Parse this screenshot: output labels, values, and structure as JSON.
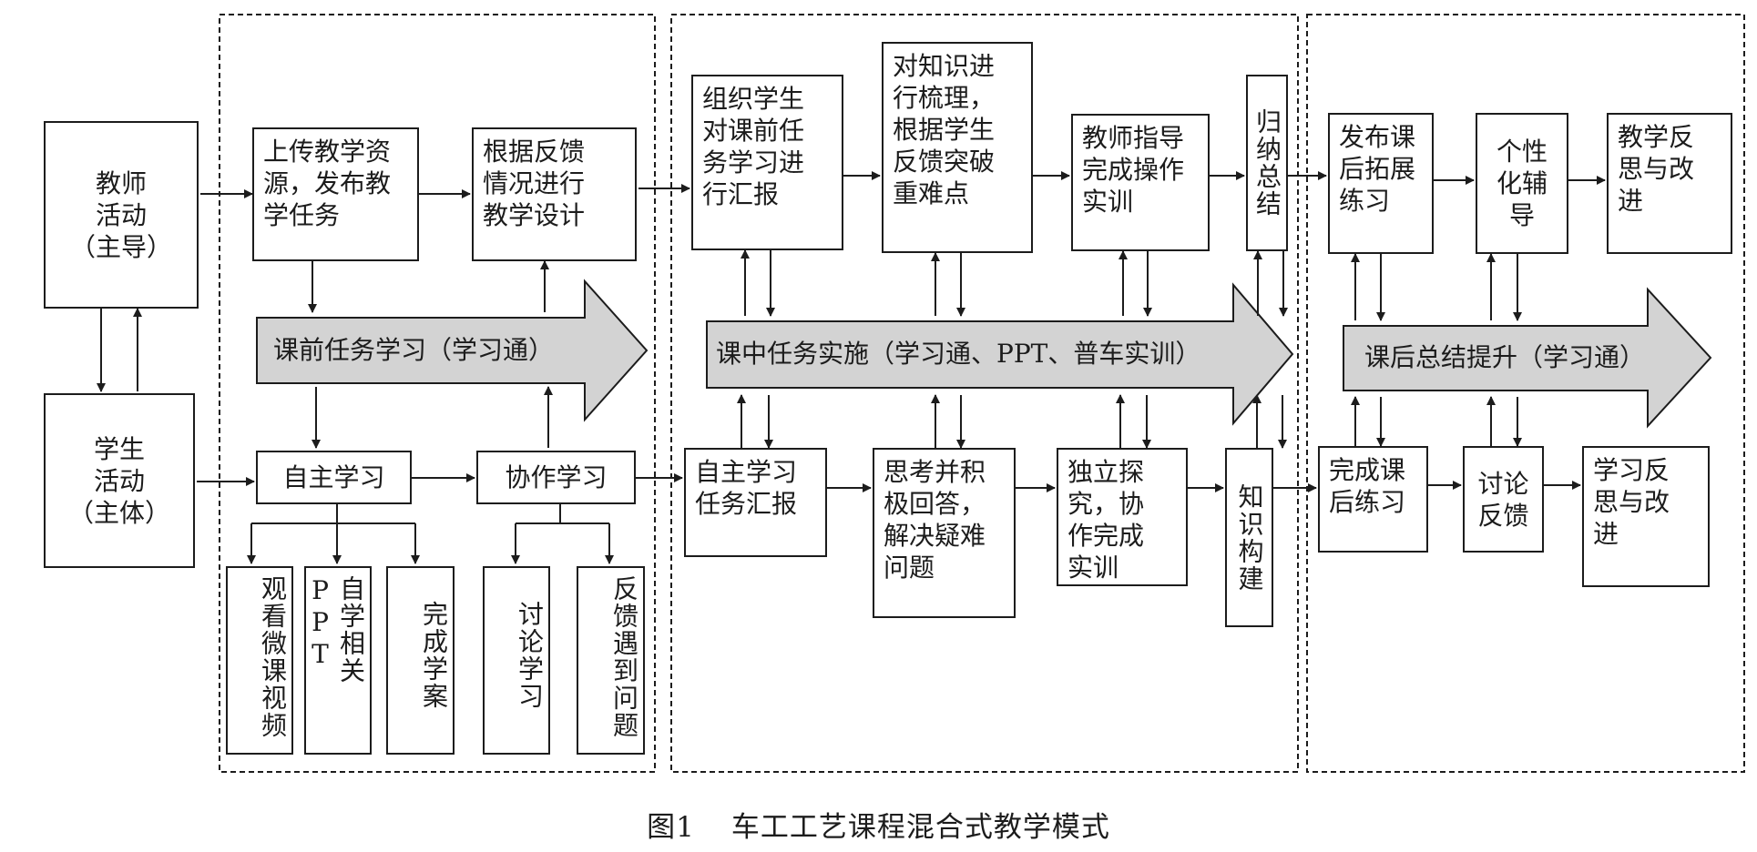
{
  "caption": {
    "number": "图1",
    "title": "车工工艺课程混合式教学模式"
  },
  "roles": {
    "teacher": "教师\n活动\n（主导）",
    "student": "学生\n活动\n（主体）"
  },
  "pre_class": {
    "banner": "课前任务学习（学习通）",
    "teacher_upload": "上传教学资\n源，发布教\n学任务",
    "teacher_design": "根据反馈\n情况进行\n教学设计",
    "self_study": "自主学习",
    "cooperative_study": "协作学习",
    "sub_watch": "观看微课视频",
    "sub_ppt": "自学相关PPT",
    "sub_case": "完成学案",
    "sub_discuss": "讨论学习",
    "sub_feedback": "反馈遇到问题"
  },
  "in_class": {
    "banner": "课中任务实施（学习通、PPT、普车实训）",
    "t_report": "组织学生\n对课前任\n务学习进\n行汇报",
    "t_sort": "对知识进\n行梳理，\n根据学生\n反馈突破\n重难点",
    "t_guide": "教师指导\n完成操作\n实训",
    "t_summary": "归纳总结",
    "s_report": "自主学习\n任务汇报",
    "s_think": "思考并积\n极回答，\n解决疑难\n问题",
    "s_explore": "独立探\n究，协\n作完成\n实训",
    "s_build": "知识构建"
  },
  "post_class": {
    "banner": "课后总结提升（学习通）",
    "t_publish": "发布课\n后拓展\n练习",
    "t_tutor": "个性\n化辅\n导",
    "t_reflect": "教学反\n思与改\n进",
    "s_exercise": "完成课\n后练习",
    "s_discuss": "讨论\n反馈",
    "s_reflect": "学习反\n思与改\n进"
  },
  "colors": {
    "line": "#1c1c1c",
    "banner_fill": "#d3d3d3",
    "dash": "#1c1c1c"
  }
}
